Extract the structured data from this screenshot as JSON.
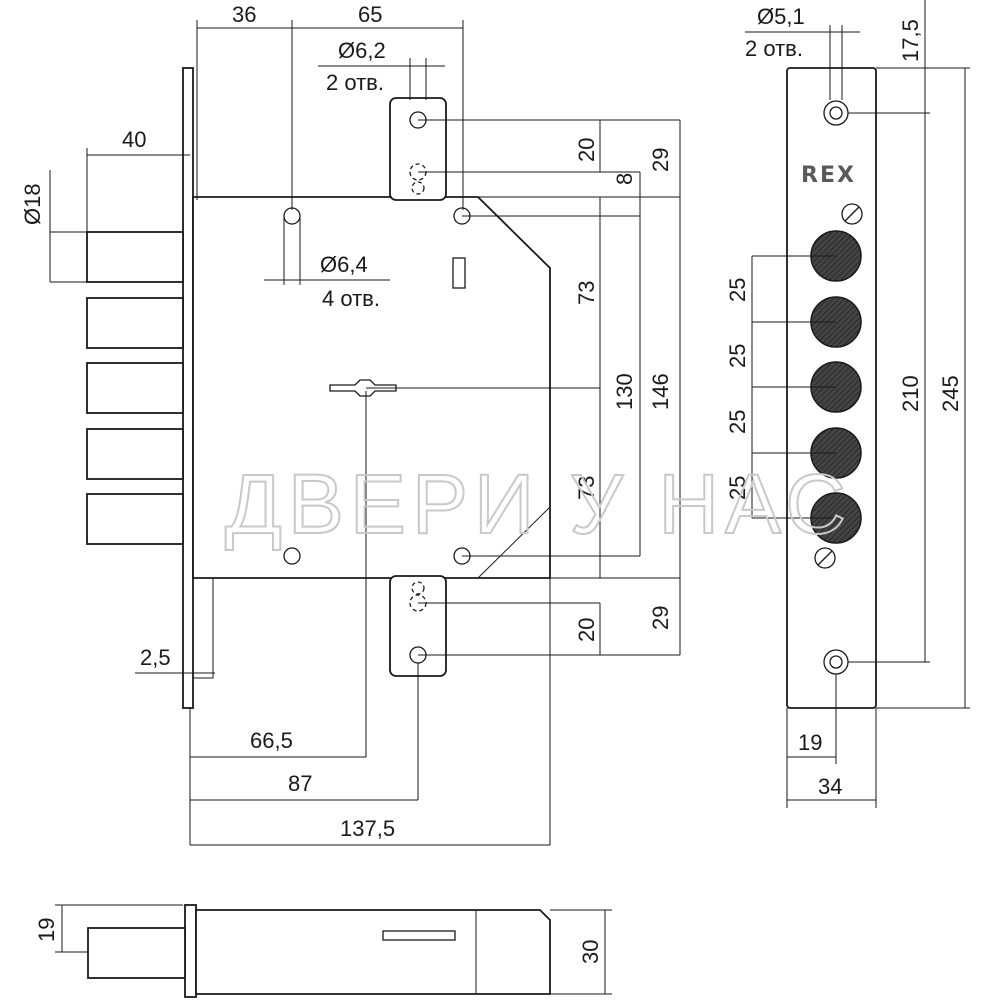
{
  "watermark": "ДВЕРИ У НАС",
  "brand": "REX",
  "front_view": {
    "dims": {
      "top_a": "36",
      "top_b": "65",
      "bolt_proj": "40",
      "bolt_dia": "Ø18",
      "faceplate_thk": "2,5",
      "to_cylinder": "66,5",
      "to_strike_holes": "87",
      "case_depth": "137,5",
      "h_20_top": "20",
      "h_8": "8",
      "h_29_top": "29",
      "h_73_top": "73",
      "h_130": "130",
      "h_146": "146",
      "h_73_bottom": "73",
      "h_20_bottom": "20",
      "h_29_bottom": "29"
    },
    "holes_top": {
      "size": "Ø6,2",
      "count": "2 отв."
    },
    "holes_mount": {
      "size": "Ø6,4",
      "count": "4 отв."
    }
  },
  "side_view": {
    "holes": {
      "size": "Ø5,1",
      "count": "2 отв."
    },
    "dims": {
      "top_offset": "17,5",
      "pitch_1": "25",
      "pitch_2": "25",
      "pitch_3": "25",
      "pitch_4": "25",
      "hole_span": "210",
      "plate_length": "245",
      "hole_offset": "19",
      "plate_width": "34"
    }
  },
  "top_view": {
    "dims": {
      "bolt_dia": "19",
      "case_thk": "30"
    }
  }
}
